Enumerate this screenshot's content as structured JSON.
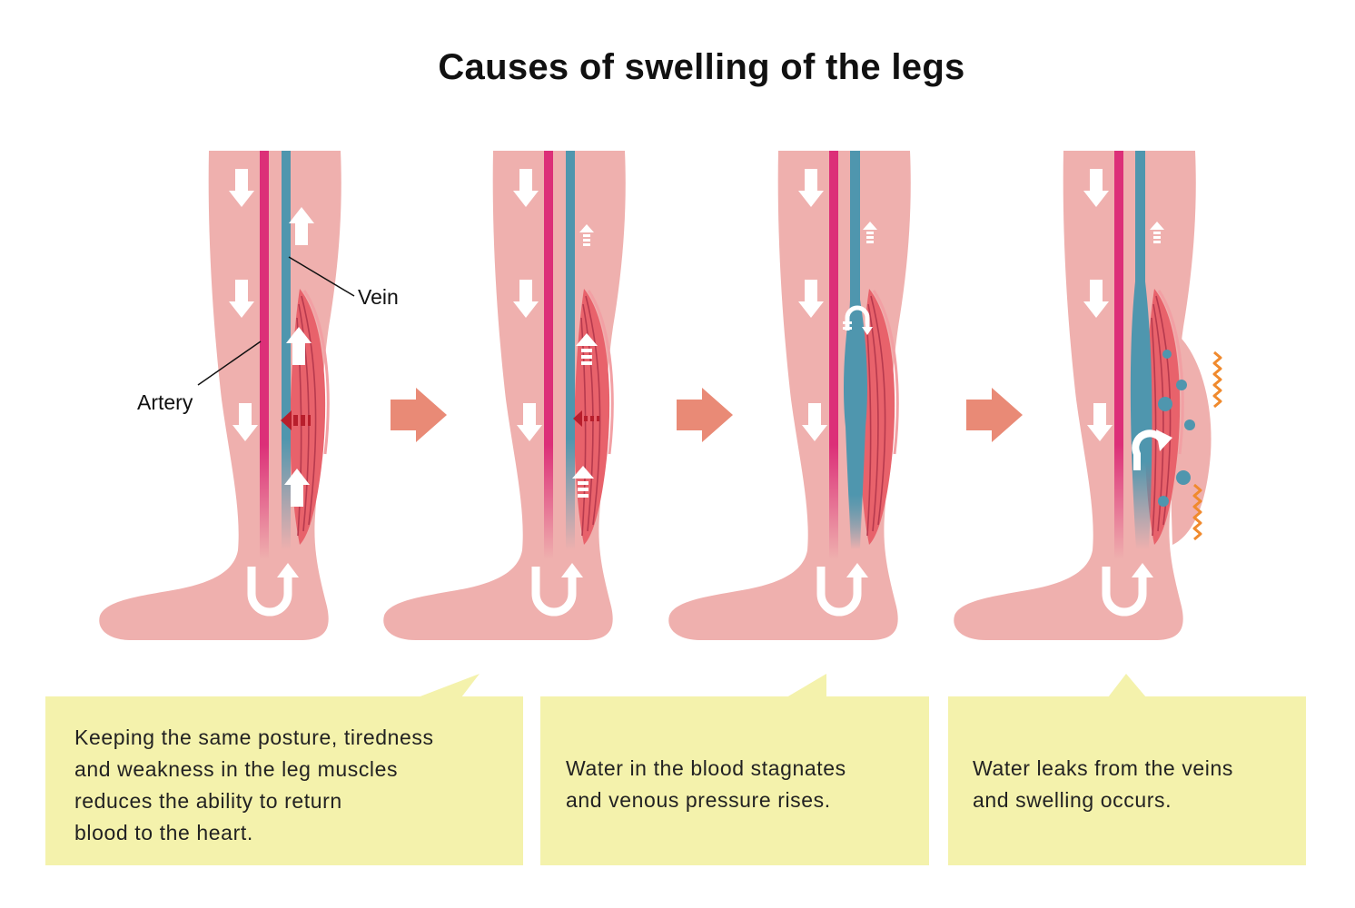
{
  "title": "Causes of swelling of the legs",
  "labels": {
    "vein": "Vein",
    "artery": "Artery"
  },
  "captions": [
    "Keeping the same posture, tiredness\nand weakness in the leg muscles\nreduces the ability to return\nblood to the heart.",
    "Water in the blood stagnates\nand venous pressure rises.",
    "Water leaks from the veins\nand swelling occurs."
  ],
  "colors": {
    "skin": "#efb0ae",
    "artery": "#dc2f78",
    "vein": "#4f96ae",
    "muscle": "#e8626b",
    "step_arrow": "#e98a76",
    "blocked_flow_arrow": "#b81e2c",
    "swelling_mark": "#f08a2e",
    "caption_box": "#f4f2ac"
  },
  "icons": [
    "down-arrow-icon",
    "up-arrow-icon",
    "u-turn-arrow-icon",
    "next-step-arrow-icon",
    "leak-arrow-icon",
    "water-droplet-icon",
    "swelling-zigzag-icon"
  ]
}
